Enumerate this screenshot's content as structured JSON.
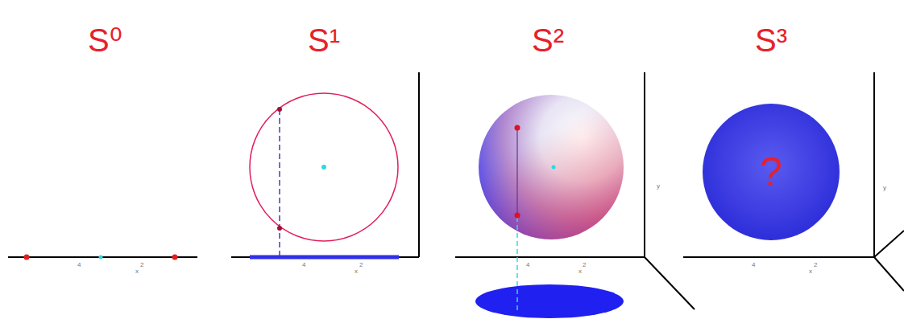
{
  "diagram": {
    "nodes": [
      {
        "text": [
          "?"
        ]
      }
    ],
    "labels": [
      "S⁰",
      "S¹",
      "S²",
      "S³",
      "4",
      "2",
      "x",
      "4",
      "2",
      "x",
      "4",
      "2",
      "x",
      "y",
      "4",
      "2",
      "x",
      "y"
    ]
  }
}
